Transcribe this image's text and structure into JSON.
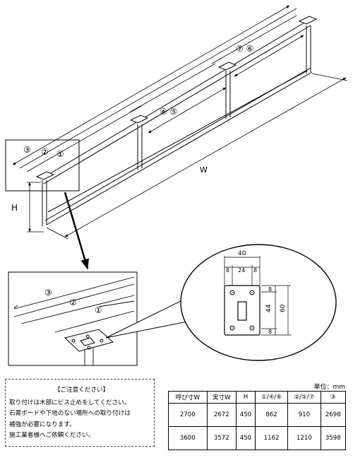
{
  "diagram": {
    "labels": {
      "w": "W",
      "h": "H",
      "c1": "①",
      "c2": "②",
      "c3": "③",
      "c45": "④ ⑤",
      "c76": "⑦ ⑥",
      "dim_40": "40",
      "dim_8a": "8",
      "dim_24": "24",
      "dim_8b": "8",
      "dim_8c": "8",
      "dim_44": "44",
      "dim_8d": "8",
      "dim_60": "60"
    }
  },
  "notice": {
    "title": "【ご注意ください】",
    "lines": [
      "取り付けは木部にビス止めをしてください。",
      "石膏ボードや下地のない場所への取り付けは",
      "補強が必要になります。",
      "施工業者様へご依頼ください。"
    ]
  },
  "spec_table": {
    "unit": "単位：mm",
    "headers": [
      "呼び寸W",
      "実寸W",
      "H",
      "①/④/⑥",
      "②/⑤/⑦",
      "③"
    ],
    "rows": [
      [
        "2700",
        "2672",
        "450",
        "862",
        "910",
        "2698"
      ],
      [
        "3600",
        "3572",
        "450",
        "1162",
        "1210",
        "3598"
      ]
    ]
  }
}
